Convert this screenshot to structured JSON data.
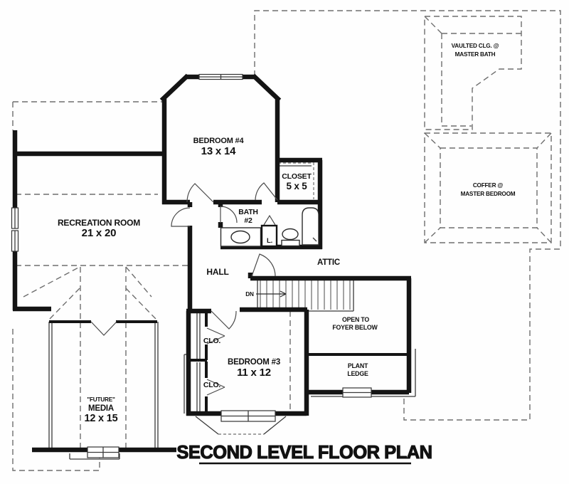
{
  "title": {
    "text": "SECOND LEVEL FLOOR PLAN"
  },
  "labels": {
    "bedroom4_name": "BEDROOM #4",
    "bedroom4_dims": "13 x 14",
    "closet_name": "CLOSET",
    "closet_dims": "5 x 5",
    "recreation_name": "RECREATION ROOM",
    "recreation_dims": "21 x 20",
    "bath_line1": "BATH",
    "bath_line2": "#2",
    "linen": "L.",
    "hall": "HALL",
    "attic": "ATTIC",
    "stairs_dn": "DN",
    "open_foyer_line1": "OPEN TO",
    "open_foyer_line2": "FOYER BELOW",
    "plant_line1": "PLANT",
    "plant_line2": "LEDGE",
    "bedroom3_name": "BEDROOM #3",
    "bedroom3_dims": "11 x 12",
    "clo_upper": "CLO.",
    "clo_lower": "CLO.",
    "media_line1": "\"FUTURE\"",
    "media_line2": "MEDIA",
    "media_dims": "12 x 15",
    "vaulted_line1": "VAULTED CLG. @",
    "vaulted_line2": "MASTER BATH",
    "coffer_line1": "COFFER @",
    "coffer_line2": "MASTER BEDROOM"
  },
  "colors": {
    "wall": "#141414",
    "thin_line": "#3a3a3a",
    "dashed_line": "#6e6e6e",
    "text": "#111111",
    "background": "#fefefe"
  }
}
